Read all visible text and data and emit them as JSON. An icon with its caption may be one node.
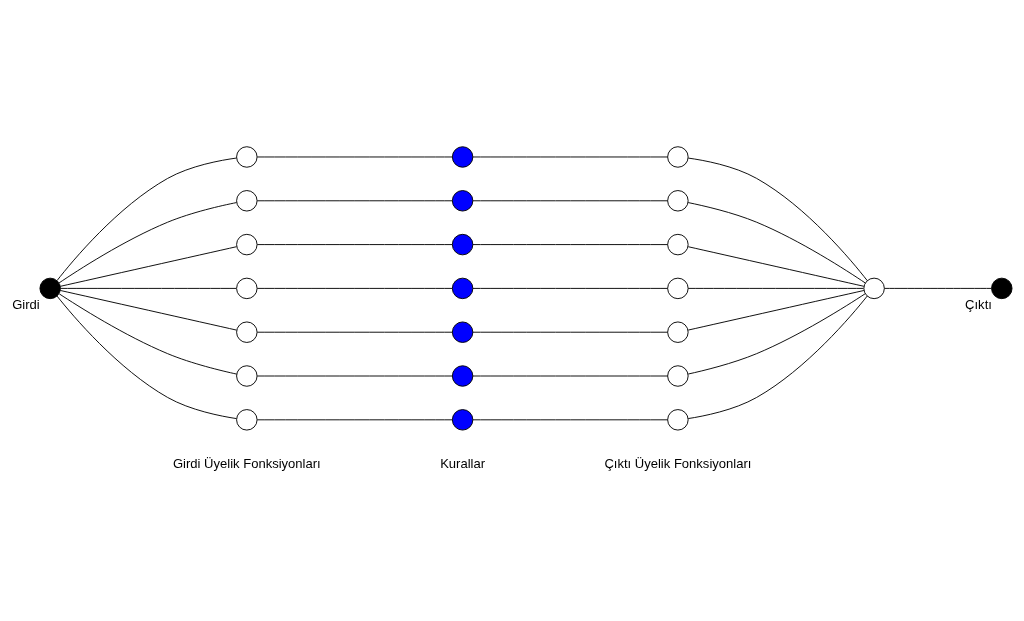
{
  "diagram": {
    "nodes": [
      {
        "text": [],
        "shape": "circle",
        "beside": [
          "Girdi"
        ]
      },
      {
        "text": [],
        "shape": "circle"
      },
      {
        "text": [],
        "shape": "circle"
      },
      {
        "text": [],
        "shape": "circle"
      },
      {
        "text": [],
        "shape": "circle"
      },
      {
        "text": [],
        "shape": "circle"
      },
      {
        "text": [],
        "shape": "circle"
      },
      {
        "text": [],
        "shape": "circle"
      },
      {
        "text": [],
        "shape": "circle"
      },
      {
        "text": [],
        "shape": "circle"
      },
      {
        "text": [],
        "shape": "circle"
      },
      {
        "text": [],
        "shape": "circle"
      },
      {
        "text": [],
        "shape": "circle"
      },
      {
        "text": [],
        "shape": "circle"
      },
      {
        "text": [],
        "shape": "circle"
      },
      {
        "text": [],
        "shape": "circle"
      },
      {
        "text": [],
        "shape": "circle"
      },
      {
        "text": [],
        "shape": "circle"
      },
      {
        "text": [],
        "shape": "circle"
      },
      {
        "text": [],
        "shape": "circle"
      },
      {
        "text": [],
        "shape": "circle"
      },
      {
        "text": [],
        "shape": "circle"
      },
      {
        "text": [],
        "shape": "circle"
      },
      {
        "text": [],
        "shape": "circle",
        "beside": [
          "Çıktı"
        ]
      }
    ],
    "edges": [
      {
        "from": 0,
        "to": 1,
        "arrow": "none"
      },
      {
        "from": 0,
        "to": 2,
        "arrow": "none"
      },
      {
        "from": 0,
        "to": 3,
        "arrow": "none"
      },
      {
        "from": 0,
        "to": 4,
        "arrow": "none"
      },
      {
        "from": 0,
        "to": 5,
        "arrow": "none"
      },
      {
        "from": 0,
        "to": 6,
        "arrow": "none"
      },
      {
        "from": 0,
        "to": 7,
        "arrow": "none"
      },
      {
        "from": 1,
        "to": 8,
        "arrow": "none"
      },
      {
        "from": 2,
        "to": 9,
        "arrow": "none"
      },
      {
        "from": 3,
        "to": 10,
        "arrow": "none"
      },
      {
        "from": 4,
        "to": 11,
        "arrow": "none"
      },
      {
        "from": 5,
        "to": 12,
        "arrow": "none"
      },
      {
        "from": 6,
        "to": 13,
        "arrow": "none"
      },
      {
        "from": 7,
        "to": 14,
        "arrow": "none"
      },
      {
        "from": 8,
        "to": 15,
        "arrow": "none"
      },
      {
        "from": 9,
        "to": 16,
        "arrow": "none"
      },
      {
        "from": 10,
        "to": 17,
        "arrow": "none"
      },
      {
        "from": 11,
        "to": 18,
        "arrow": "none"
      },
      {
        "from": 12,
        "to": 19,
        "arrow": "none"
      },
      {
        "from": 13,
        "to": 20,
        "arrow": "none"
      },
      {
        "from": 14,
        "to": 21,
        "arrow": "none"
      },
      {
        "from": 15,
        "to": 22,
        "arrow": "none"
      },
      {
        "from": 16,
        "to": 22,
        "arrow": "none"
      },
      {
        "from": 17,
        "to": 22,
        "arrow": "none"
      },
      {
        "from": 18,
        "to": 22,
        "arrow": "none"
      },
      {
        "from": 19,
        "to": 22,
        "arrow": "none"
      },
      {
        "from": 20,
        "to": 22,
        "arrow": "none"
      },
      {
        "from": 21,
        "to": 22,
        "arrow": "none"
      },
      {
        "from": 22,
        "to": 23,
        "arrow": "none"
      }
    ],
    "labels": [
      "Girdi Üyelik Fonksiyonları",
      "Kurallar",
      "Çıktı Üyelik Fonksiyonları"
    ]
  }
}
